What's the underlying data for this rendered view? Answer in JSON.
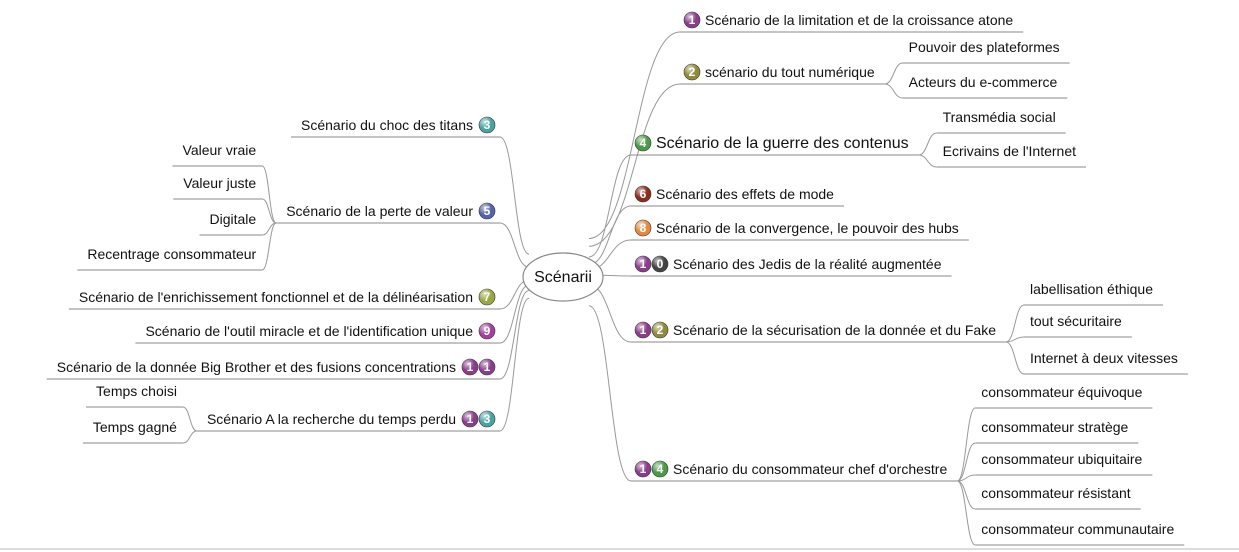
{
  "center": {
    "label": "Scénarii"
  },
  "colors": {
    "purple": "#8a3d8c",
    "olive": "#8f8a3c",
    "teal": "#4aa3a3",
    "blue": "#5563a8",
    "green": "#4a9a48",
    "darkred": "#8a2d1c",
    "orange": "#e58a3d",
    "darkgray": "#444444",
    "lime": "#9aa842",
    "magenta": "#a2409e",
    "line": "#999999",
    "background": "#ffffff"
  },
  "right_branches": [
    {
      "label": "Scénario de la limitation et de la croissance atone",
      "badges": [
        {
          "text": "1",
          "color": "purple"
        }
      ],
      "children": []
    },
    {
      "label": "scénario du tout numérique",
      "badges": [
        {
          "text": "2",
          "color": "olive"
        }
      ],
      "children": [
        "Pouvoir des plateformes",
        "Acteurs du e-commerce"
      ]
    },
    {
      "label": "Scénario de la guerre des contenus",
      "badges": [
        {
          "text": "4",
          "color": "green"
        }
      ],
      "children": [
        "Transmédia social",
        "Ecrivains de l'Internet"
      ]
    },
    {
      "label": "Scénario des effets de mode",
      "badges": [
        {
          "text": "6",
          "color": "darkred"
        }
      ],
      "children": []
    },
    {
      "label": "Scénario de la convergence, le pouvoir des hubs",
      "badges": [
        {
          "text": "8",
          "color": "orange"
        }
      ],
      "children": []
    },
    {
      "label": "Scénario des Jedis de la réalité augmentée",
      "badges": [
        {
          "text": "1",
          "color": "purple"
        },
        {
          "text": "0",
          "color": "darkgray"
        }
      ],
      "children": []
    },
    {
      "label": "Scénario de la sécurisation de la donnée et du Fake",
      "badges": [
        {
          "text": "1",
          "color": "purple"
        },
        {
          "text": "2",
          "color": "olive"
        }
      ],
      "children": [
        "labellisation éthique",
        "tout sécuritaire",
        "Internet à deux vitesses"
      ]
    },
    {
      "label": "Scénario du consommateur chef d'orchestre",
      "badges": [
        {
          "text": "1",
          "color": "purple"
        },
        {
          "text": "4",
          "color": "green"
        }
      ],
      "children": [
        "consommateur équivoque",
        "consommateur stratège",
        "consommateur ubiquitaire",
        "consommateur résistant",
        "consommateur communautaire"
      ]
    }
  ],
  "left_branches": [
    {
      "label": "Scénario du choc des titans",
      "badges": [
        {
          "text": "3",
          "color": "teal"
        }
      ],
      "children": []
    },
    {
      "label": "Scénario de la perte de valeur",
      "badges": [
        {
          "text": "5",
          "color": "blue"
        }
      ],
      "children": [
        "Valeur vraie",
        "Valeur juste",
        "Digitale",
        "Recentrage consommateur"
      ]
    },
    {
      "label": "Scénario de l'enrichissement fonctionnel et de la délinéarisation",
      "badges": [
        {
          "text": "7",
          "color": "lime"
        }
      ],
      "children": []
    },
    {
      "label": "Scénario de l'outil miracle et de l'identification unique",
      "badges": [
        {
          "text": "9",
          "color": "magenta"
        }
      ],
      "children": []
    },
    {
      "label": "Scénario de la donnée Big Brother et des fusions concentrations",
      "badges": [
        {
          "text": "1",
          "color": "purple"
        },
        {
          "text": "1",
          "color": "purple"
        }
      ],
      "children": []
    },
    {
      "label": "Scénario A la recherche du temps perdu",
      "badges": [
        {
          "text": "1",
          "color": "purple"
        },
        {
          "text": "3",
          "color": "teal"
        }
      ],
      "children": [
        "Temps choisi",
        "Temps gagné"
      ]
    }
  ]
}
